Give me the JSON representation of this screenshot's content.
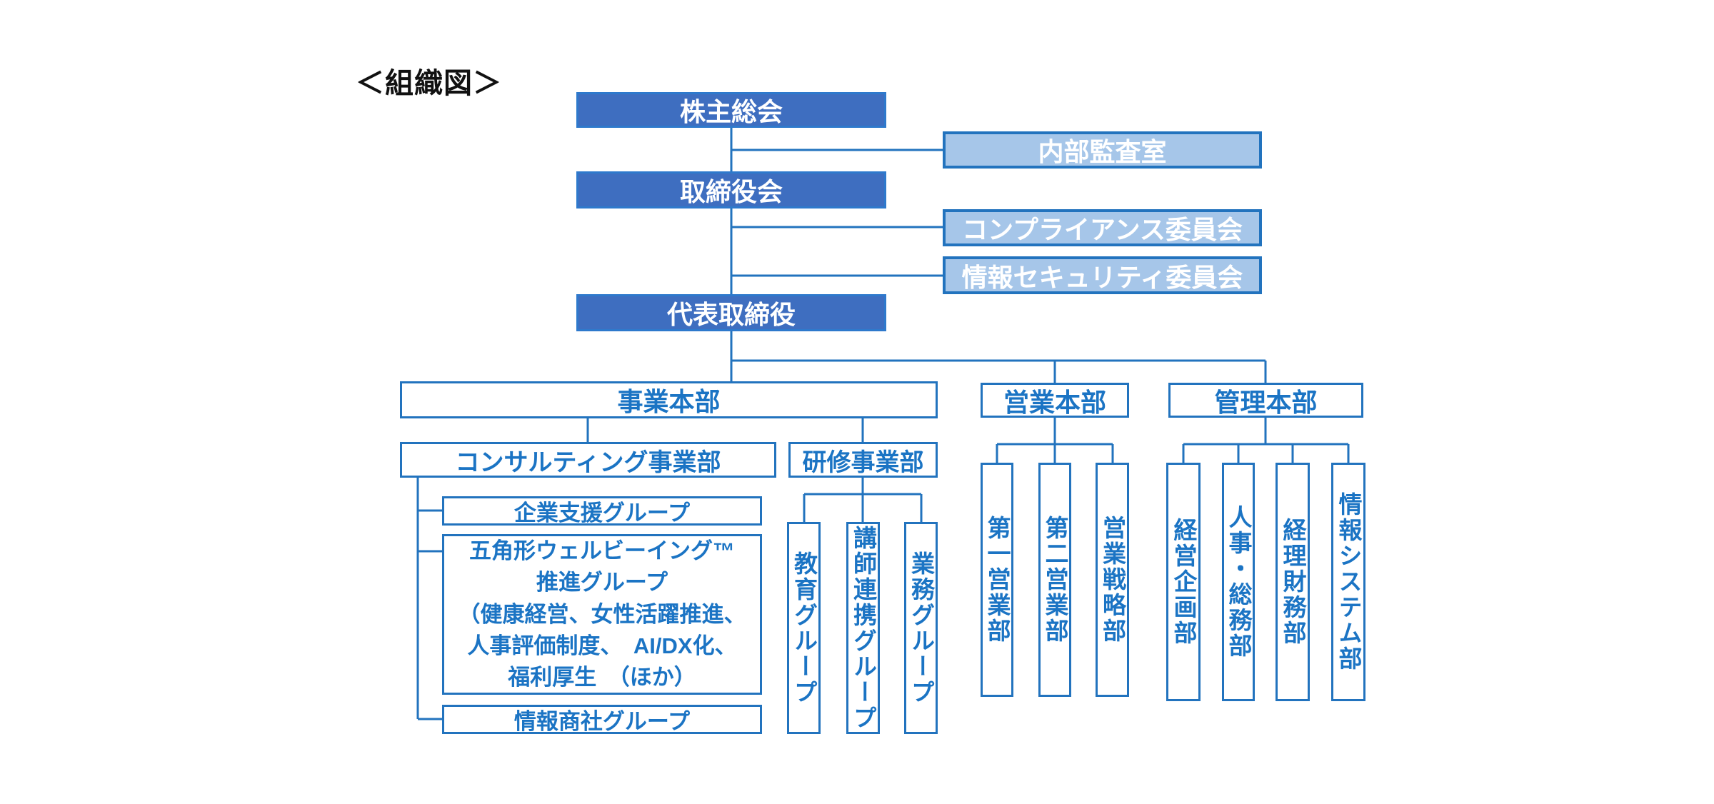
{
  "page": {
    "title": "＜組織図＞"
  },
  "colors": {
    "dark_box_fill": "#3E6EC0",
    "dark_box_border": "#2E79CC",
    "light_box_fill": "#A6C6E9",
    "accent_blue_border_lines": "#2273BE",
    "blue_text": "#1B74C4",
    "box_text_white": "#FFFFFF",
    "title_text": "#111111"
  },
  "nodes": {
    "shareholders": "株主総会",
    "internal_audit": "内部監査室",
    "board": "取締役会",
    "compliance": "コンプライアンス委員会",
    "infosec": "情報セキュリティ委員会",
    "ceo": "代表取締役",
    "business_hq": "事業本部",
    "sales_hq": "営業本部",
    "admin_hq": "管理本部",
    "consulting_div": "コンサルティング事業部",
    "training_div": "研修事業部",
    "corp_support": "企業支援グループ",
    "wellbeing": {
      "line1": "五角形ウェルビーイング™",
      "line2": "推進グループ",
      "line3": "（健康経営、女性活躍推進、",
      "line4": "人事評価制度、　AI/DX化、",
      "line5": "福利厚生　（ほか）"
    },
    "info_trading": "情報商社グループ",
    "education_group": "教育グループ",
    "instructor_group": "講師連携グループ",
    "operations_group": "業務グループ",
    "sales_dept1": "第一営業部",
    "sales_dept2": "第二営業部",
    "sales_strategy": "営業戦略部",
    "corp_planning": "経営企画部",
    "hr_general_affairs": "人事・総務部",
    "accounting_finance": "経理財務部",
    "info_systems": "情報システム部"
  }
}
